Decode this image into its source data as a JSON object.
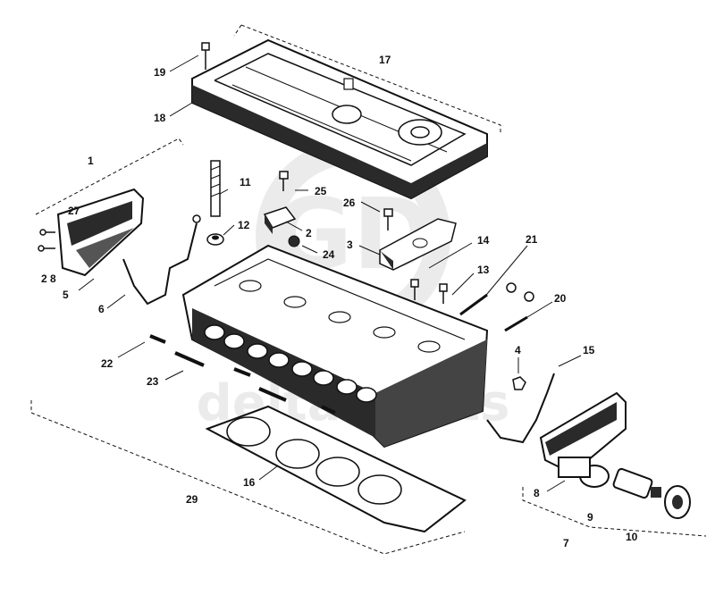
{
  "watermark": {
    "logo_letters": "GD",
    "text": "delta-parts",
    "color": "#c8c8c8"
  },
  "colors": {
    "ink": "#111111",
    "paper": "#ffffff",
    "shade": "#2a2a2a"
  },
  "callouts": {
    "n1": "1",
    "n2a": "2",
    "n2b": "2 8",
    "n3": "3",
    "n4": "4",
    "n5": "5",
    "n6": "6",
    "n7": "7",
    "n8": "8",
    "n9": "9",
    "n10": "10",
    "n11": "11",
    "n12": "12",
    "n13": "13",
    "n14": "14",
    "n15": "15",
    "n16": "16",
    "n17": "17",
    "n18": "18",
    "n19": "19",
    "n20": "20",
    "n21": "21",
    "n22": "22",
    "n23": "23",
    "n24": "24",
    "n25": "25",
    "n26": "26",
    "n27": "27",
    "n29": "29"
  }
}
